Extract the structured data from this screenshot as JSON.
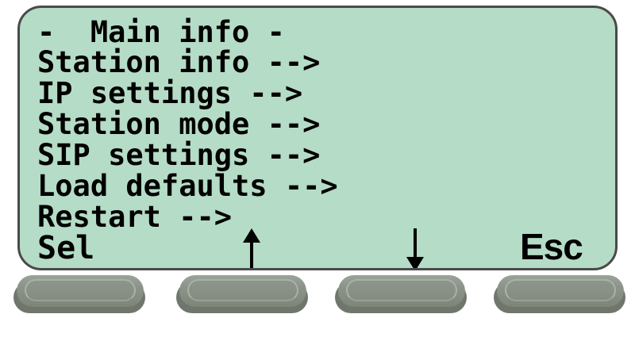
{
  "device": {
    "type": "lcd-menu-panel",
    "screen_bg_color": "#b5dcc6",
    "screen_border_color": "#4a4a4a",
    "text_color": "#000000",
    "button_color": "#8d958b"
  },
  "screen": {
    "title": "-  Main info -",
    "menu_items": [
      {
        "label": "Station info -->"
      },
      {
        "label": "IP settings -->"
      },
      {
        "label": "Station mode -->"
      },
      {
        "label": "SIP settings -->"
      },
      {
        "label": "Load defaults -->"
      },
      {
        "label": "Restart -->"
      }
    ],
    "softkeys": [
      {
        "name": "select",
        "label": "Sel"
      },
      {
        "name": "scroll-up",
        "label": "↑"
      },
      {
        "name": "scroll-down",
        "label": "↓"
      },
      {
        "name": "escape",
        "label": "Esc"
      }
    ]
  },
  "buttons": [
    {
      "name": "softkey-button-1",
      "maps_to": "Sel"
    },
    {
      "name": "softkey-button-2",
      "maps_to": "↑"
    },
    {
      "name": "softkey-button-3",
      "maps_to": "↓"
    },
    {
      "name": "softkey-button-4",
      "maps_to": "Esc"
    }
  ]
}
